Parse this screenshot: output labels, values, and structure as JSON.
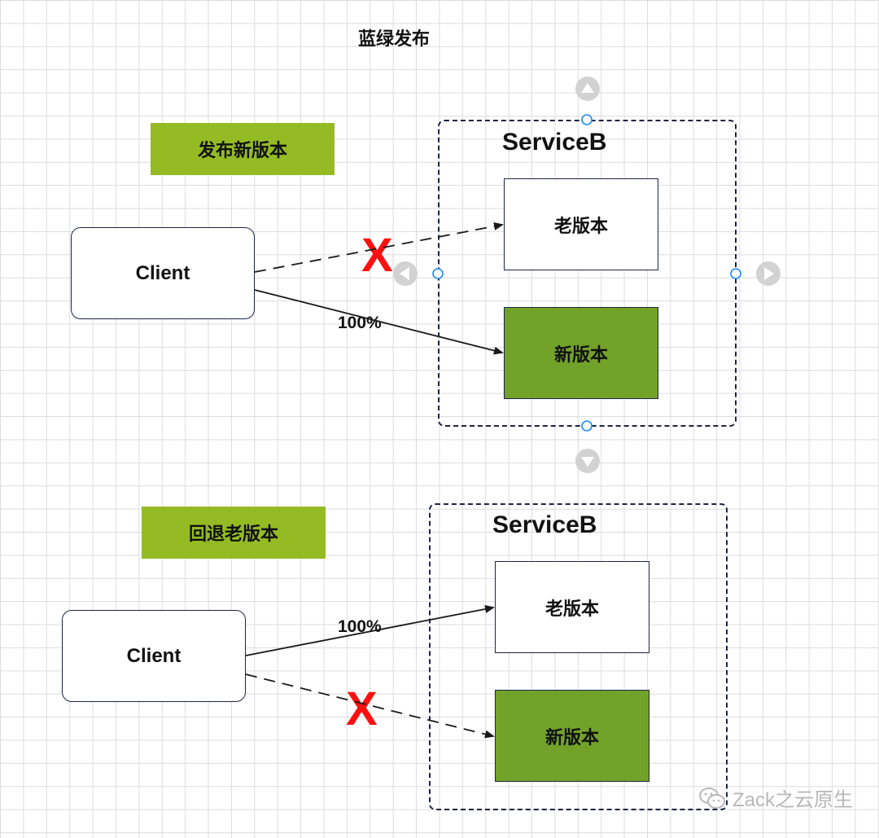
{
  "title": "蓝绿发布",
  "scenarios": [
    {
      "tag": "发布新版本",
      "client_label": "Client",
      "service_name": "ServiceB",
      "old_version_label": "老版本",
      "new_version_label": "新版本",
      "traffic_label": "100%",
      "blocked_mark": "X",
      "active_target": "新版本",
      "blocked_target": "老版本"
    },
    {
      "tag": "回退老版本",
      "client_label": "Client",
      "service_name": "ServiceB",
      "old_version_label": "老版本",
      "new_version_label": "新版本",
      "traffic_label": "100%",
      "blocked_mark": "X",
      "active_target": "老版本",
      "blocked_target": "新版本"
    }
  ],
  "colors": {
    "tag_bg": "#94bb24",
    "new_version_bg": "#72a22a",
    "border": "#1d2545",
    "blocked": "#ff1010",
    "selection_handle": "#1a8cff"
  },
  "watermark": "Zack之云原生"
}
